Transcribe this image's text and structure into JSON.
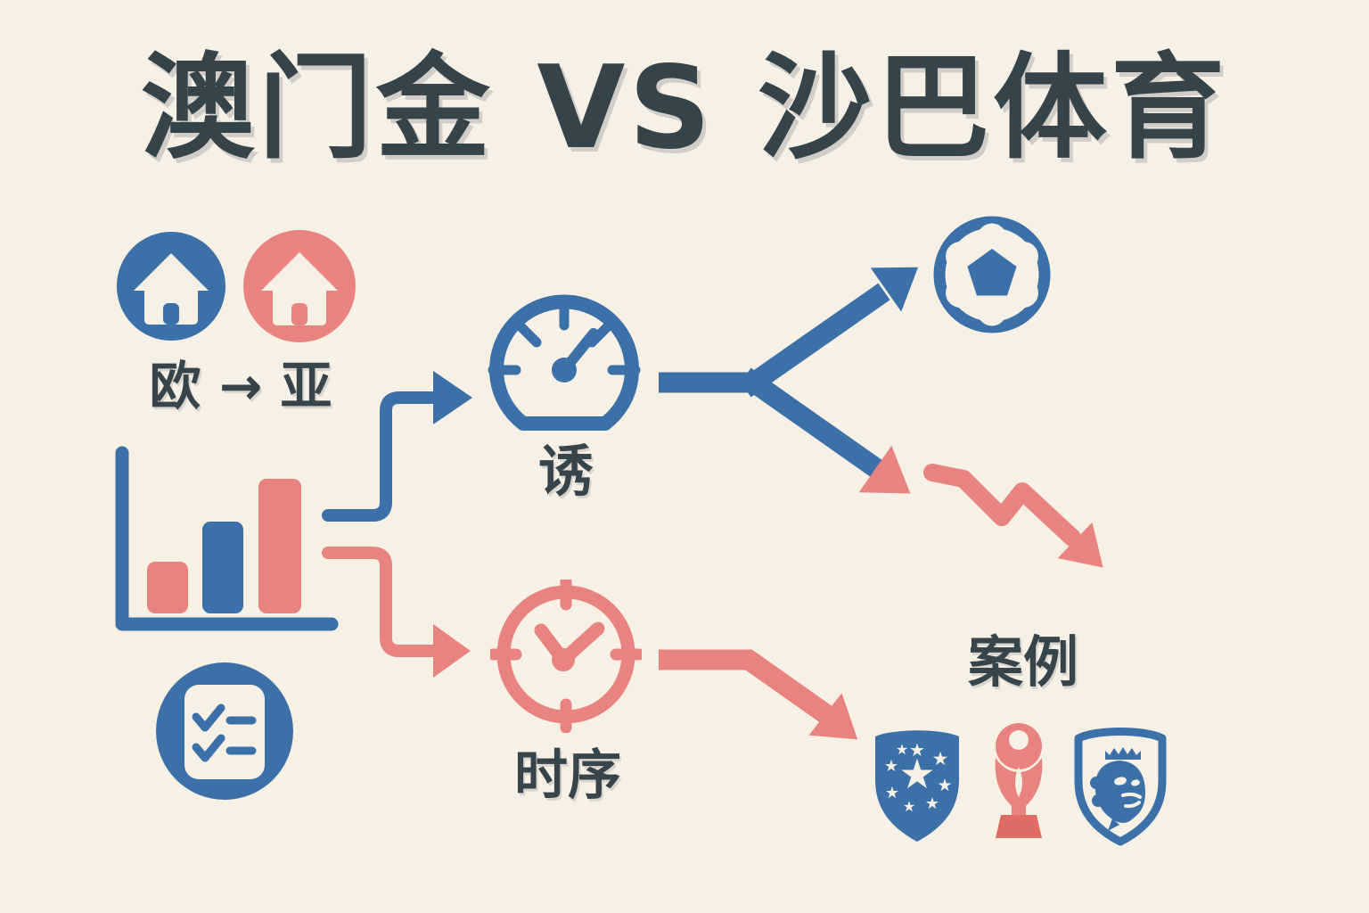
{
  "title": "澳门金 VS 沙巴体育",
  "flow": {
    "origin_label": "欧 → 亚",
    "blue_path_label": "诱",
    "red_path_label": "时序",
    "cases_label": "案例"
  },
  "colors": {
    "background": "#f7f0e5",
    "ink": "#36454c",
    "blue": "#3b70a9",
    "red": "#e8837f",
    "trophy_base_red": "#df6b65"
  },
  "icons": [
    {
      "name": "house-blue-icon",
      "color": "#3b70a9"
    },
    {
      "name": "house-red-icon",
      "color": "#e8837f"
    },
    {
      "name": "bar-chart-icon",
      "colors": [
        "#3b70a9",
        "#e8837f"
      ]
    },
    {
      "name": "checklist-icon",
      "color": "#3b70a9"
    },
    {
      "name": "speedometer-icon",
      "color": "#3b70a9"
    },
    {
      "name": "clock-icon",
      "color": "#e8837f"
    },
    {
      "name": "soccer-ball-icon",
      "color": "#3b70a9"
    },
    {
      "name": "downtrend-zigzag-arrow-icon",
      "color": "#e8837f"
    },
    {
      "name": "champions-shield-icon",
      "color": "#3b70a9"
    },
    {
      "name": "world-cup-trophy-icon",
      "color": "#e8837f"
    },
    {
      "name": "premier-lion-shield-icon",
      "color": "#3b70a9"
    }
  ]
}
